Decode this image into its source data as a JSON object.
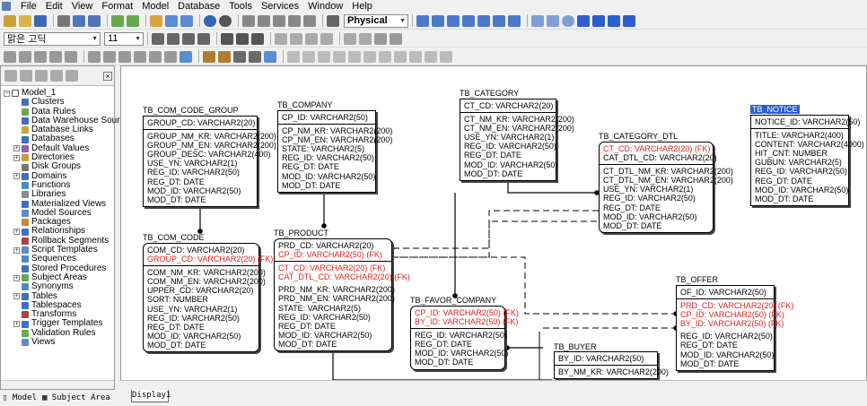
{
  "menu": [
    "File",
    "Edit",
    "View",
    "Format",
    "Model",
    "Database",
    "Tools",
    "Services",
    "Window",
    "Help"
  ],
  "toolbar": {
    "model_mode": "Physical",
    "font_name": "맑은 고딕",
    "font_size": "11"
  },
  "sidebar": {
    "root": "Model_1",
    "items": [
      "Clusters",
      "Data Rules",
      "Data Warehouse Sour",
      "Database Links",
      "Databases",
      "Default Values",
      "Directories",
      "Disk Groups",
      "Domains",
      "Functions",
      "Libraries",
      "Materialized Views",
      "Model Sources",
      "Packages",
      "Relationships",
      "Rollback Segments",
      "Script Templates",
      "Sequences",
      "Stored Procedures",
      "Subject Areas",
      "Synonyms",
      "Tables",
      "Tablespaces",
      "Transforms",
      "Trigger Templates",
      "Validation Rules",
      "Views"
    ],
    "expandable": [
      5,
      6,
      8,
      14,
      16,
      19,
      21,
      24
    ]
  },
  "bottom_tabs": {
    "model": "Model",
    "subject_area": "Subject Area",
    "display": "Display1"
  },
  "entities": {
    "com_code_group": {
      "title": "TB_COM_CODE_GROUP",
      "pk": [
        "GROUP_CD: VARCHAR2(20)"
      ],
      "fk": [],
      "attrs": [
        "GROUP_NM_KR: VARCHAR2(200)",
        "GROUP_NM_EN: VARCHAR2(200)",
        "GROUP_DESC: VARCHAR2(400)",
        "USE_YN: VARCHAR2(1)",
        "REG_ID: VARCHAR2(50)",
        "REG_DT: DATE",
        "MOD_ID: VARCHAR2(50)",
        "MOD_DT: DATE"
      ]
    },
    "company": {
      "title": "TB_COMPANY",
      "pk": [
        "CP_ID: VARCHAR2(50)"
      ],
      "fk": [],
      "attrs": [
        "CP_NM_KR: VARCHAR2(200)",
        "CP_NM_EN: VARCHAR2(200)",
        "STATE: VARCHAR2(5)",
        "REG_ID: VARCHAR2(50)",
        "REG_DT: DATE",
        "MOD_ID: VARCHAR2(50)",
        "MOD_DT: DATE"
      ]
    },
    "category": {
      "title": "TB_CATEGORY",
      "pk": [
        "CT_CD: VARCHAR2(20)"
      ],
      "fk": [],
      "attrs": [
        "CT_NM_KR: VARCHAR2(200)",
        "CT_NM_EN: VARCHAR2(200)",
        "USE_YN: VARCHAR2(1)",
        "REG_ID: VARCHAR2(50)",
        "REG_DT: DATE",
        "MOD_ID: VARCHAR2(50)",
        "MOD_DT: DATE"
      ]
    },
    "category_dtl": {
      "title": "TB_CATEGORY_DTL",
      "pk": [
        "CT_CD: VARCHAR2(20) (FK)",
        "CAT_DTL_CD: VARCHAR2(20)"
      ],
      "pk_fk": [
        true,
        false
      ],
      "attrs": [
        "CT_DTL_NM_KR: VARCHAR2(200)",
        "CT_DTL_NM_EN: VARCHAR2(200)",
        "USE_YN: VARCHAR2(1)",
        "REG_ID: VARCHAR2(50)",
        "REG_DT: DATE",
        "MOD_ID: VARCHAR2(50)",
        "MOD_DT: DATE"
      ]
    },
    "notice": {
      "title": "TB_NOTICE",
      "pk": [
        "NOTICE_ID: VARCHAR2(50)"
      ],
      "fk": [],
      "attrs": [
        "TITLE: VARCHAR2(400)",
        "CONTENT: VARCHAR2(4000)",
        "HIT_CNT: NUMBER",
        "GUBUN: VARCHAR2(5)",
        "REG_ID: VARCHAR2(50)",
        "REG_DT: DATE",
        "MOD_ID: VARCHAR2(50)",
        "MOD_DT: DATE"
      ]
    },
    "com_code": {
      "title": "TB_COM_CODE",
      "pk": [
        "COM_CD: VARCHAR2(20)",
        "GROUP_CD: VARCHAR2(20) (FK)"
      ],
      "pk_fk": [
        false,
        true
      ],
      "attrs": [
        "COM_NM_KR: VARCHAR2(200)",
        "COM_NM_EN: VARCHAR2(200)",
        "UPPER_CD: VARCHAR2(20)",
        "SORT: NUMBER",
        "USE_YN: VARCHAR2(1)",
        "REG_ID: VARCHAR2(50)",
        "REG_DT: DATE",
        "MOD_ID: VARCHAR2(50)",
        "MOD_DT: DATE"
      ]
    },
    "product": {
      "title": "TB_PRODUCT",
      "pk": [
        "PRD_CD: VARCHAR2(20)",
        "CP_ID: VARCHAR2(50) (FK)"
      ],
      "pk_fk": [
        false,
        true
      ],
      "fk_attrs": [
        "CT_CD: VARCHAR2(20) (FK)",
        "CAT_DTL_CD: VARCHAR2(20) (FK)"
      ],
      "attrs": [
        "PRD_NM_KR: VARCHAR2(200)",
        "PRD_NM_EN: VARCHAR2(200)",
        "STATE: VARCHAR2(5)",
        "REG_ID: VARCHAR2(50)",
        "REG_DT: DATE",
        "MOD_ID: VARCHAR2(50)",
        "MOD_DT: DATE"
      ]
    },
    "favor_company": {
      "title": "TB_FAVOR_COMPANY",
      "pk": [
        "CP_ID: VARCHAR2(50) (FK)",
        "BY_ID: VARCHAR2(50) (FK)"
      ],
      "pk_fk": [
        true,
        true
      ],
      "attrs": [
        "REG_ID: VARCHAR2(50)",
        "REG_DT: DATE",
        "MOD_ID: VARCHAR2(50)",
        "MOD_DT: DATE"
      ]
    },
    "offer": {
      "title": "TB_OFFER",
      "pk": [
        "OF_ID: VARCHAR2(50)"
      ],
      "fk": [],
      "fk_attrs": [
        "PRD_CD: VARCHAR2(20) (FK)",
        "CP_ID: VARCHAR2(50) (FK)",
        "BY_ID: VARCHAR2(50) (FK)"
      ],
      "attrs": [
        "REG_ID: VARCHAR2(50)",
        "REG_DT: DATE",
        "MOD_ID: VARCHAR2(50)",
        "MOD_DT: DATE"
      ]
    },
    "buyer": {
      "title": "TB_BUYER",
      "pk": [
        "BY_ID: VARCHAR2(50)"
      ],
      "fk": [],
      "attrs": [
        "BY_NM_KR: VARCHAR2(200)"
      ]
    }
  }
}
